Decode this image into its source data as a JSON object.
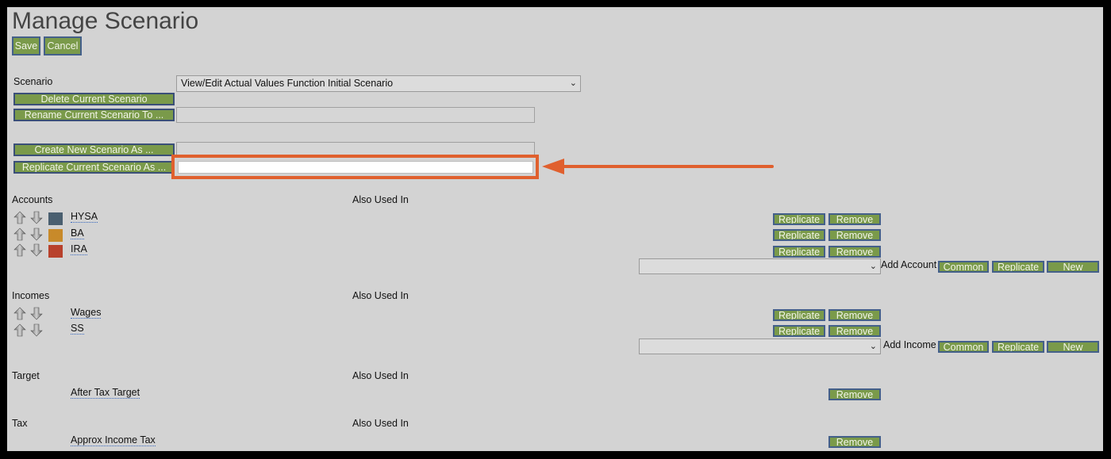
{
  "page": {
    "title": "Manage Scenario"
  },
  "top_buttons": {
    "save": "Save",
    "cancel": "Cancel"
  },
  "scenario": {
    "label": "Scenario",
    "selected": "View/Edit Actual Values Function Initial Scenario",
    "delete_label": "Delete Current Scenario",
    "rename_label": "Rename Current Scenario To ...",
    "create_label": "Create New Scenario As ...",
    "replicate_label": "Replicate Current Scenario As ..."
  },
  "annotation": {
    "highlight_color": "#e0602e"
  },
  "accounts": {
    "header": "Accounts",
    "also_used_in": "Also Used In",
    "items": [
      {
        "name": "HYSA",
        "color": "#4a5f70"
      },
      {
        "name": "BA",
        "color": "#c88a2a"
      },
      {
        "name": "IRA",
        "color": "#b8412c"
      }
    ],
    "add_label": "Add Account"
  },
  "incomes": {
    "header": "Incomes",
    "also_used_in": "Also Used In",
    "items": [
      {
        "name": "Wages"
      },
      {
        "name": "SS"
      }
    ],
    "add_label": "Add Income"
  },
  "target": {
    "header": "Target",
    "also_used_in": "Also Used In",
    "item": "After Tax Target"
  },
  "tax": {
    "header": "Tax",
    "also_used_in": "Also Used In",
    "item": "Approx Income Tax"
  },
  "row_buttons": {
    "replicate": "Replicate",
    "remove": "Remove",
    "common": "Common",
    "new": "New"
  },
  "icons": {
    "up": "arrow-up-icon",
    "down": "arrow-down-icon",
    "dropdown": "chevron-down-icon"
  }
}
